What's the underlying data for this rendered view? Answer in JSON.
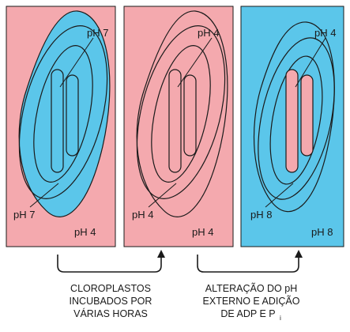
{
  "colors": {
    "pink": "#f4a9ae",
    "blue": "#5bc6ea",
    "line": "#1a1a1a"
  },
  "panels": [
    {
      "background": "pink",
      "outer_fill": "blue",
      "inner_fill": "blue",
      "top_label": "pH 7",
      "inner_label": "pH 7",
      "outer_label": "pH 4"
    },
    {
      "background": "pink",
      "outer_fill": "pink",
      "inner_fill": "pink",
      "top_label": "pH 4",
      "inner_label": "pH 4",
      "outer_label": "pH 4"
    },
    {
      "background": "blue",
      "outer_fill": "blue",
      "inner_fill": "pink",
      "top_label": "pH 4",
      "inner_label": "pH 8",
      "outer_label": "pH 8"
    }
  ],
  "steps": [
    {
      "lines": [
        "CLOROPLASTOS",
        "INCUBADOS POR",
        "VÁRIAS HORAS"
      ]
    },
    {
      "lines": [
        "ALTERAÇÃO DO pH",
        "EXTERNO E ADIÇÃO",
        "DE ADP E P"
      ],
      "subscript": "i"
    }
  ]
}
